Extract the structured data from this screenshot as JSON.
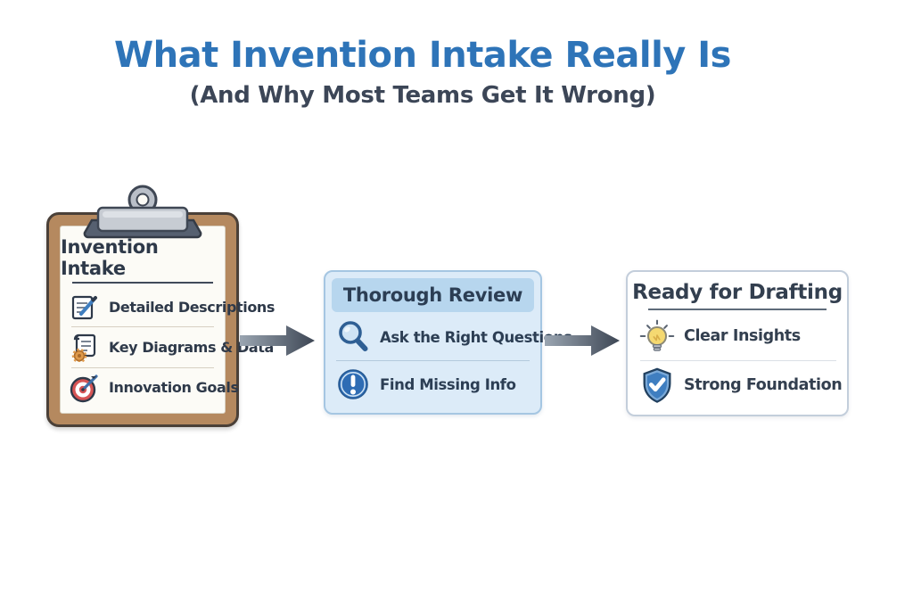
{
  "header": {
    "title": "What Invention Intake Really Is",
    "subtitle": "(And Why Most Teams Get It Wrong)"
  },
  "clipboard": {
    "heading": "Invention Intake",
    "items": [
      {
        "icon": "document-pen-icon",
        "label": "Detailed Descriptions"
      },
      {
        "icon": "diagram-data-icon",
        "label": "Key Diagrams & Data"
      },
      {
        "icon": "target-goal-icon",
        "label": "Innovation Goals"
      }
    ]
  },
  "review_box": {
    "heading": "Thorough Review",
    "items": [
      {
        "icon": "magnifier-icon",
        "label": "Ask the Right Questions"
      },
      {
        "icon": "exclamation-icon",
        "label": "Find Missing Info"
      }
    ]
  },
  "drafting_box": {
    "heading": "Ready for Drafting",
    "items": [
      {
        "icon": "lightbulb-icon",
        "label": "Clear Insights"
      },
      {
        "icon": "shield-check-icon",
        "label": "Strong Foundation"
      }
    ]
  },
  "colors": {
    "title_blue": "#2E74B8",
    "subtitle_slate": "#3C4657",
    "text_navy": "#2E3949",
    "clipboard_wood": "#B5895F",
    "clip_metal": "#C7CCD3",
    "review_box_bg": "#DCEBF8",
    "review_header_bg": "#B7D6EE",
    "arrow_gradient_start": "#98A3B0",
    "arrow_gradient_end": "#3D4654",
    "bulb_yellow": "#F5D971",
    "shield_blue": "#3F7EC0",
    "alert_blue": "#2E6CB4",
    "target_red": "#D65454",
    "gear_orange": "#DF9A4B"
  }
}
